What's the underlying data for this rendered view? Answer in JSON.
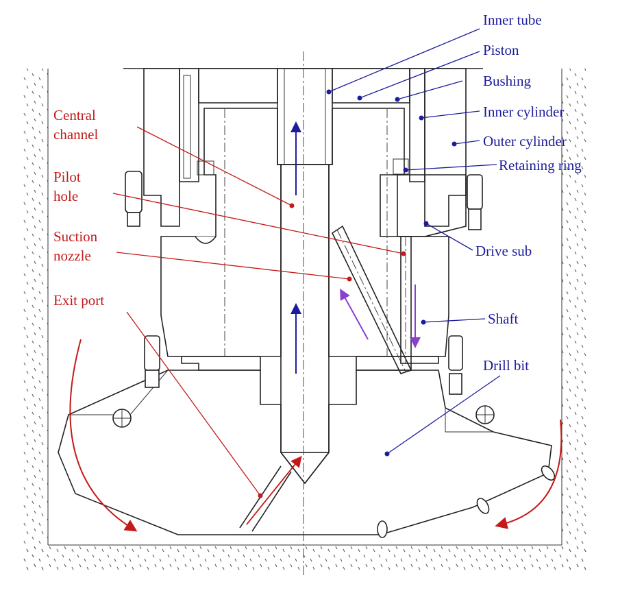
{
  "colors": {
    "label_red": "#c41a1a",
    "label_blue": "#1c1c9c",
    "flow_arrow_blue": "#1c1c9c",
    "flow_arrow_purple": "#8a3fd1",
    "flow_arrow_red": "#c41a1a"
  },
  "labels": {
    "left": {
      "central_channel": [
        "Central",
        "channel"
      ],
      "pilot_hole": [
        "Pilot",
        "hole"
      ],
      "suction_nozzle": [
        "Suction",
        "nozzle"
      ],
      "exit_port": "Exit port"
    },
    "right": {
      "inner_tube": "Inner tube",
      "piston": "Piston",
      "bushing": "Bushing",
      "inner_cylinder": "Inner cylinder",
      "outer_cylinder": "Outer cylinder",
      "retaining_ring": "Retaining ring",
      "drive_sub": "Drive sub",
      "shaft": "Shaft",
      "drill_bit": "Drill bit"
    }
  }
}
